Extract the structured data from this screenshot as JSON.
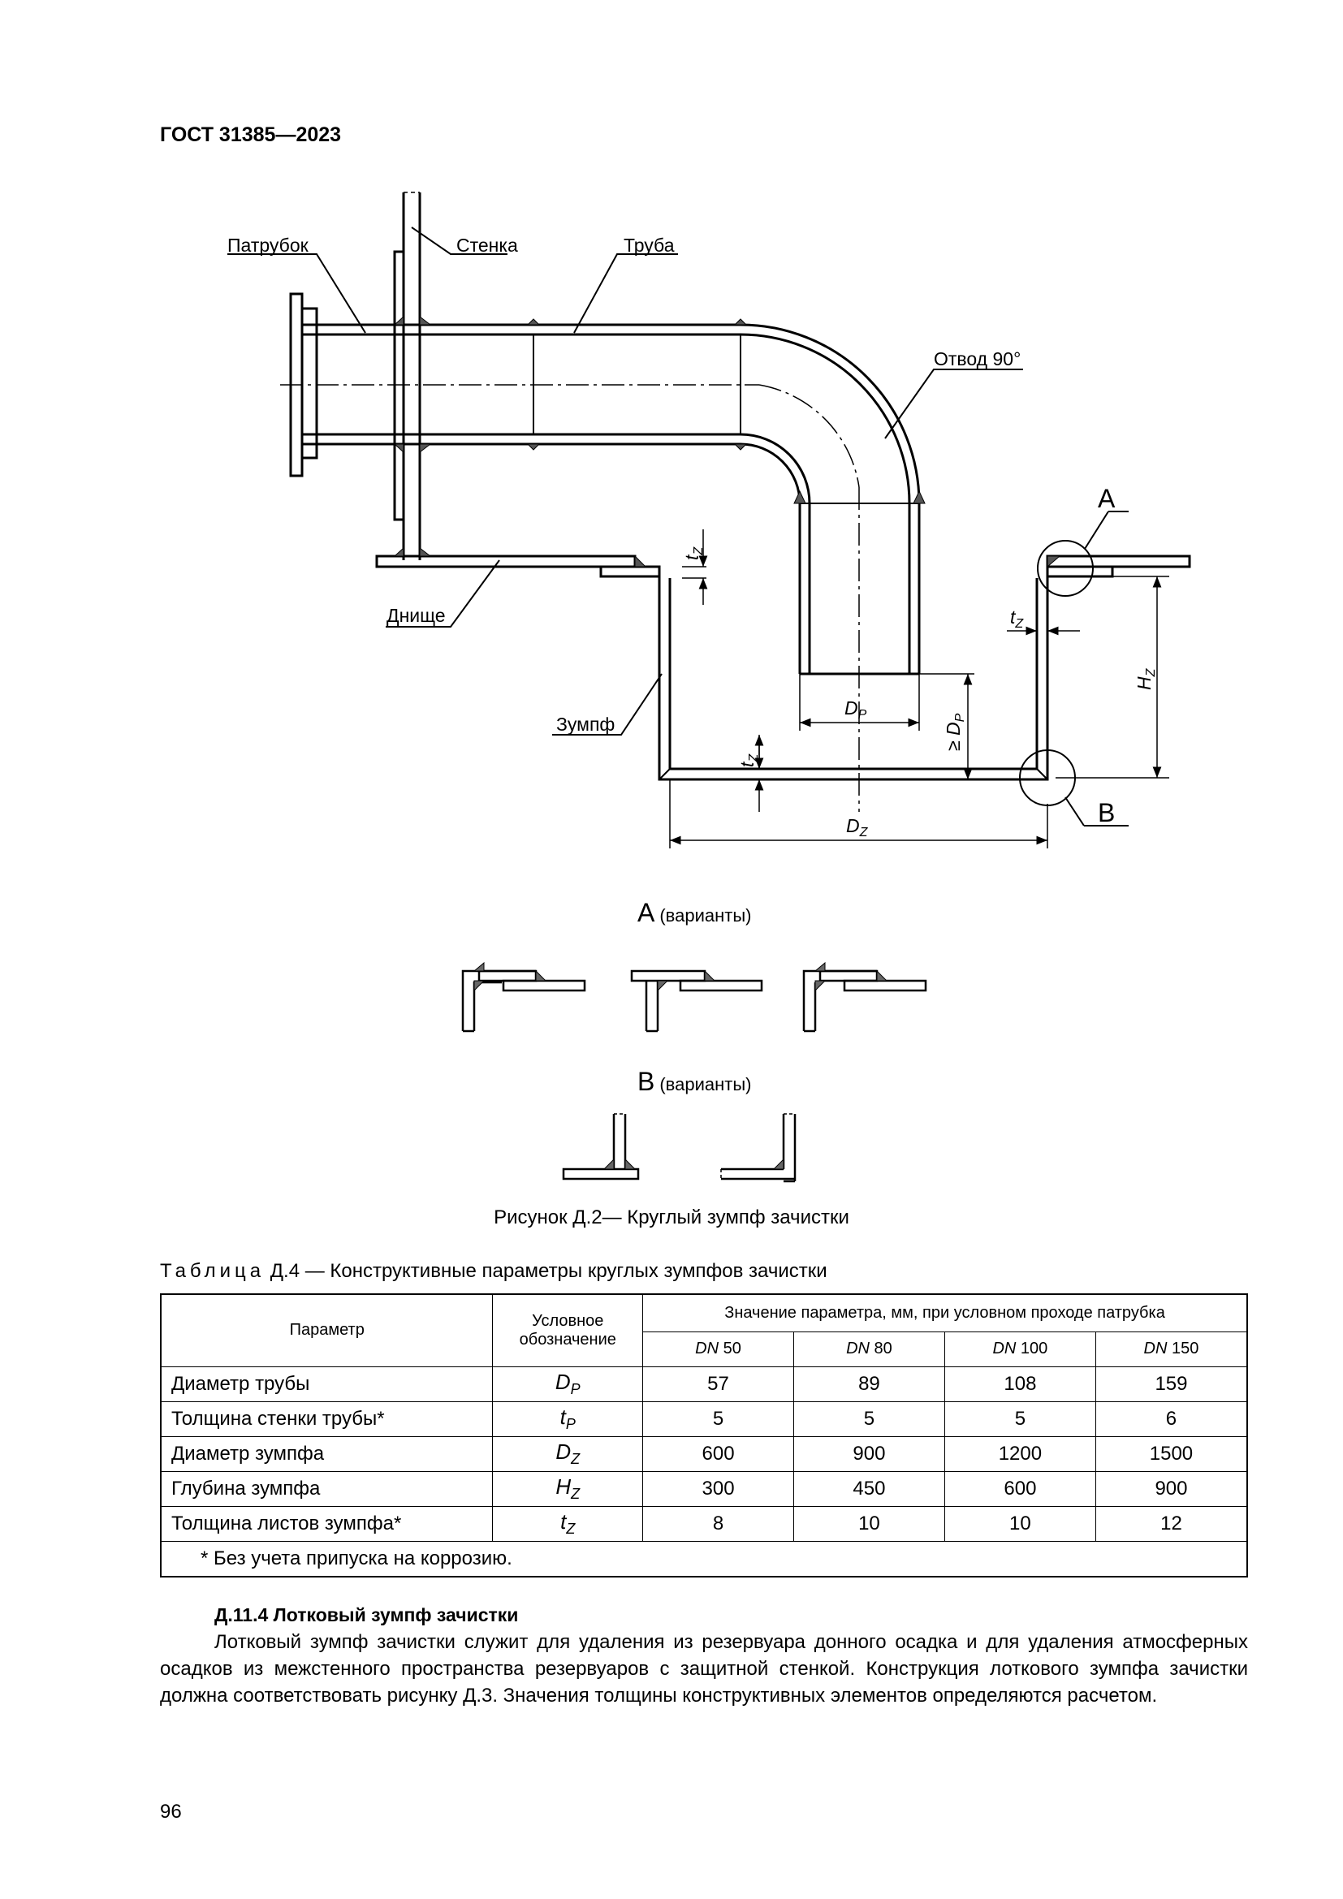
{
  "header": "ГОСТ 31385—2023",
  "figure": {
    "labels": {
      "patrubok": "Патрубок",
      "stenka": "Стенка",
      "truba": "Труба",
      "otvod": "Отвод 90°",
      "dnishche": "Днище",
      "zumpf": "Зумпф",
      "a": "А",
      "b": "В"
    },
    "dims": {
      "tz": "t",
      "tz_sub": "Z",
      "dp": "D",
      "dp_sub": "P",
      "dp_ge": "≥ D",
      "dz": "D",
      "dz_sub": "Z",
      "hz": "H",
      "hz_sub": "Z"
    },
    "variants_a_letter": "А",
    "variants_a_word": "(варианты)",
    "variants_b_letter": "В",
    "variants_b_word": "(варианты)",
    "caption": "Рисунок Д.2— Круглый зумпф зачистки"
  },
  "table": {
    "caption_prefix": "Таблица",
    "caption_rest": " Д.4 — Конструктивные параметры круглых зумпфов зачистки",
    "head_param": "Параметр",
    "head_symbol": "Условное обозначение",
    "head_value": "Значение параметра, мм, при условном проходе патрубка",
    "dn": [
      {
        "dn": "DN",
        "num": " 50"
      },
      {
        "dn": "DN",
        "num": " 80"
      },
      {
        "dn": "DN",
        "num": " 100"
      },
      {
        "dn": "DN",
        "num": " 150"
      }
    ],
    "rows": [
      {
        "name": "Диаметр трубы",
        "sym": "D",
        "sub": "P",
        "v": [
          "57",
          "89",
          "108",
          "159"
        ]
      },
      {
        "name": "Толщина стенки трубы*",
        "sym": "t",
        "sub": "P",
        "v": [
          "5",
          "5",
          "5",
          "6"
        ]
      },
      {
        "name": "Диаметр зумпфа",
        "sym": "D",
        "sub": "Z",
        "v": [
          "600",
          "900",
          "1200",
          "1500"
        ]
      },
      {
        "name": "Глубина зумпфа",
        "sym": "H",
        "sub": "Z",
        "v": [
          "300",
          "450",
          "600",
          "900"
        ]
      },
      {
        "name": "Толщина листов зумпфа*",
        "sym": "t",
        "sub": "Z",
        "v": [
          "8",
          "10",
          "10",
          "12"
        ]
      }
    ],
    "note": "* Без учета припуска на коррозию."
  },
  "section": {
    "title": "Д.11.4 Лотковый зумпф зачистки",
    "paragraph": "Лотковый зумпф зачистки служит для удаления из резервуара донного осадка и для удаления атмосферных осадков из межстенного пространства резервуаров с защитной стенкой. Конструкция лоткового зумпфа зачистки должна соответствовать рисунку Д.3. Значения толщины конструктивных элементов определяются расчетом."
  },
  "page_number": "96"
}
